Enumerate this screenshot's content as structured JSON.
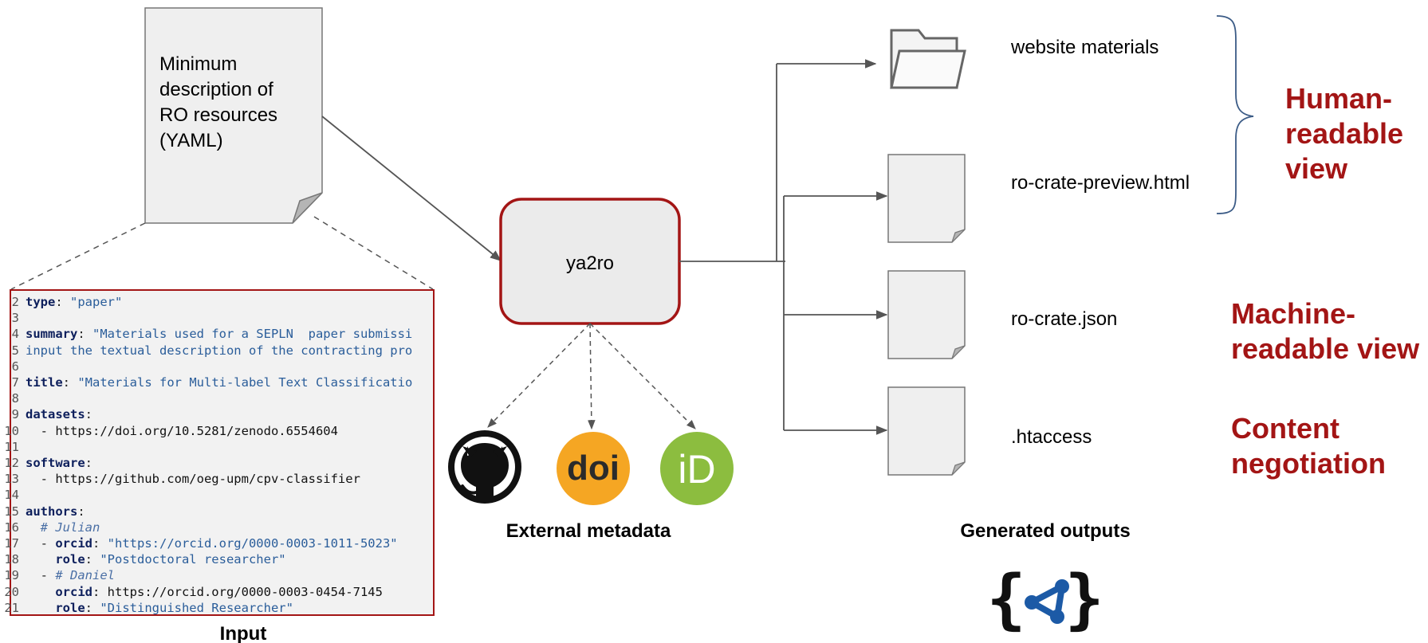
{
  "input_document": {
    "label": "Minimum description of RO resources (YAML)",
    "lines": [
      "Minimum",
      "description of",
      "RO resources",
      "(YAML)"
    ]
  },
  "code": {
    "lines": [
      {
        "n": "2",
        "tokens": [
          {
            "t": "type",
            "c": "k"
          },
          {
            "t": ": ",
            "c": "p"
          },
          {
            "t": "\"paper\"",
            "c": "s"
          }
        ]
      },
      {
        "n": "3",
        "tokens": []
      },
      {
        "n": "4",
        "tokens": [
          {
            "t": "summary",
            "c": "k"
          },
          {
            "t": ": ",
            "c": "p"
          },
          {
            "t": "\"Materials used for a SEPLN  paper submissi",
            "c": "s"
          }
        ]
      },
      {
        "n": "5",
        "tokens": [
          {
            "t": "input the textual description of the contracting pro",
            "c": "s"
          }
        ]
      },
      {
        "n": "6",
        "tokens": []
      },
      {
        "n": "7",
        "tokens": [
          {
            "t": "title",
            "c": "k"
          },
          {
            "t": ": ",
            "c": "p"
          },
          {
            "t": "\"Materials for Multi-label Text Classificatio",
            "c": "s"
          }
        ]
      },
      {
        "n": "8",
        "tokens": []
      },
      {
        "n": "9",
        "tokens": [
          {
            "t": "datasets",
            "c": "k"
          },
          {
            "t": ":",
            "c": "p"
          }
        ]
      },
      {
        "n": "10",
        "tokens": [
          {
            "t": "  - https://doi.org/10.5281/zenodo.6554604",
            "c": "plain"
          }
        ]
      },
      {
        "n": "11",
        "tokens": []
      },
      {
        "n": "12",
        "tokens": [
          {
            "t": "software",
            "c": "k"
          },
          {
            "t": ":",
            "c": "p"
          }
        ]
      },
      {
        "n": "13",
        "tokens": [
          {
            "t": "  - https://github.com/oeg-upm/cpv-classifier",
            "c": "plain"
          }
        ]
      },
      {
        "n": "14",
        "tokens": []
      },
      {
        "n": "15",
        "tokens": [
          {
            "t": "authors",
            "c": "k"
          },
          {
            "t": ":",
            "c": "p"
          }
        ]
      },
      {
        "n": "16",
        "tokens": [
          {
            "t": "  # Julian",
            "c": "c"
          }
        ]
      },
      {
        "n": "17",
        "tokens": [
          {
            "t": "  - ",
            "c": "p"
          },
          {
            "t": "orcid",
            "c": "k"
          },
          {
            "t": ": ",
            "c": "p"
          },
          {
            "t": "\"https://orcid.org/0000-0003-1011-5023\"",
            "c": "s"
          }
        ]
      },
      {
        "n": "18",
        "tokens": [
          {
            "t": "    ",
            "c": "p"
          },
          {
            "t": "role",
            "c": "k"
          },
          {
            "t": ": ",
            "c": "p"
          },
          {
            "t": "\"Postdoctoral researcher\"",
            "c": "s"
          }
        ]
      },
      {
        "n": "19",
        "tokens": [
          {
            "t": "  - ",
            "c": "p"
          },
          {
            "t": "# Daniel",
            "c": "c"
          }
        ]
      },
      {
        "n": "20",
        "tokens": [
          {
            "t": "    ",
            "c": "p"
          },
          {
            "t": "orcid",
            "c": "k"
          },
          {
            "t": ": https://orcid.org/0000-0003-0454-7145",
            "c": "plain"
          }
        ]
      },
      {
        "n": "21",
        "tokens": [
          {
            "t": "    ",
            "c": "p"
          },
          {
            "t": "role",
            "c": "k"
          },
          {
            "t": ": ",
            "c": "p"
          },
          {
            "t": "\"Distinguished Researcher\"",
            "c": "s"
          }
        ]
      }
    ]
  },
  "captions": {
    "input": "Input",
    "external": "External metadata",
    "generated": "Generated outputs"
  },
  "tool": {
    "name": "ya2ro"
  },
  "external_icons": {
    "github": "github-icon",
    "doi": "doi",
    "orcid": "iD"
  },
  "outputs": [
    {
      "label": "website materials",
      "icon": "folder-icon"
    },
    {
      "label": "ro-crate-preview.html",
      "icon": "document-icon"
    },
    {
      "label": "ro-crate.json",
      "icon": "document-icon"
    },
    {
      "label": ".htaccess",
      "icon": "document-icon"
    }
  ],
  "views": {
    "human": [
      "Human-",
      "readable",
      "view"
    ],
    "machine": [
      "Machine-",
      "readable view"
    ],
    "content": [
      "Content",
      "negotiation"
    ]
  },
  "colors": {
    "accent_red": "#a31515",
    "box_fill": "#ebebeb",
    "doc_fill": "#efefef",
    "doi_orange": "#f5a623",
    "orcid_green": "#8cbd3f",
    "jsonld_blue": "#1c5aa6",
    "line_gray": "#555555",
    "brace_blue": "#3b5b86"
  }
}
